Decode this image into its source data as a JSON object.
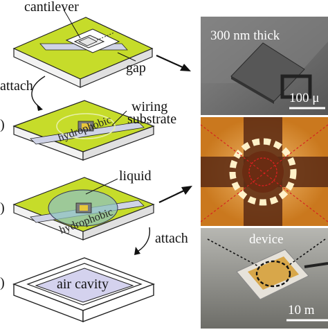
{
  "colors": {
    "chip_yellow": "#c6dc2a",
    "chip_stripe": "#cfd3e6",
    "liquid_teal": "#8fc3bd",
    "photo_gray": "#6f6f6f",
    "photo_dark": "#5a2a14",
    "photo_orange": "#e07a1a"
  },
  "labels": {
    "cantilever": "cantilever",
    "gap": "gap",
    "attach_top": "attach",
    "wiring": "wiring",
    "substrate": "substrate",
    "hydrophobic_1": "hydrophobic",
    "liquid": "liquid",
    "hydrophobic_2": "hydrophobic",
    "attach_bottom": "attach",
    "air_cavity": "air cavity",
    "paren_c": ")",
    "paren_d": ")",
    "paren_e": ")"
  },
  "photos": {
    "sem_title": "300 nm thick",
    "sem_scale": "100 μ",
    "device_label": "device",
    "device_scale": "10 m"
  }
}
